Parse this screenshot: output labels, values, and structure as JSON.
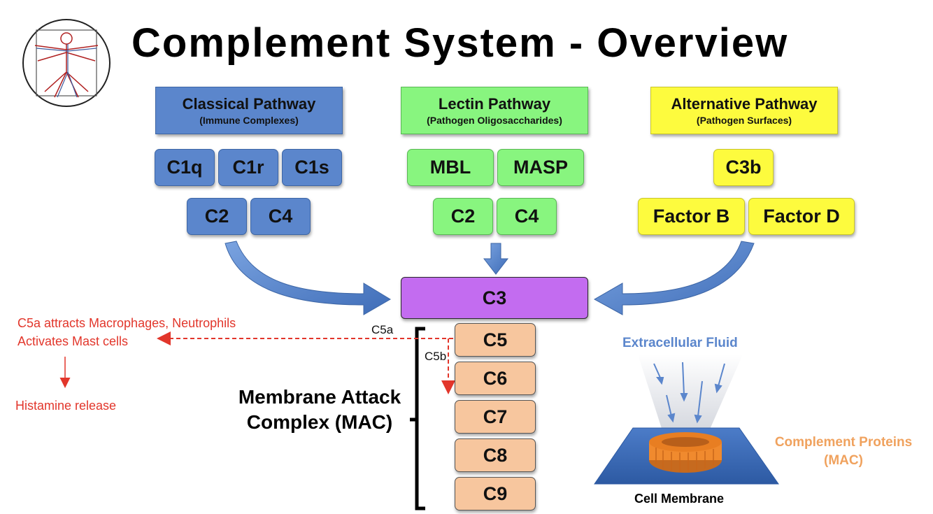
{
  "title": "Complement System - Overview",
  "pathways": {
    "classical": {
      "name": "Classical Pathway",
      "trigger": "(Immune Complexes)"
    },
    "lectin": {
      "name": "Lectin Pathway",
      "trigger": "(Pathogen Oligosaccharides)"
    },
    "alternative": {
      "name": "Alternative Pathway",
      "trigger": "(Pathogen Surfaces)"
    }
  },
  "classical_proteins": {
    "c1q": "C1q",
    "c1r": "C1r",
    "c1s": "C1s",
    "c2": "C2",
    "c4": "C4"
  },
  "lectin_proteins": {
    "mbl": "MBL",
    "masp": "MASP",
    "c2": "C2",
    "c4": "C4"
  },
  "alternative_proteins": {
    "c3b": "C3b",
    "factor_b": "Factor B",
    "factor_d": "Factor D"
  },
  "c3": "C3",
  "mac_cascade": [
    "C5",
    "C6",
    "C7",
    "C8",
    "C9"
  ],
  "mac_label": {
    "line1": "Membrane Attack",
    "line2": "Complex (MAC)"
  },
  "c5a_label": "C5a",
  "c5b_label": "C5b",
  "effects": {
    "line1": "C5a attracts Macrophages, Neutrophils",
    "line2": "Activates Mast cells",
    "result": "Histamine release"
  },
  "membrane_diagram": {
    "extracellular": "Extracellular Fluid",
    "proteins_line1": "Complement Proteins",
    "proteins_line2": "(MAC)",
    "membrane": "Cell Membrane"
  },
  "colors": {
    "classical": "#5b86cc",
    "lectin": "#88f57f",
    "alternative": "#fdfb3e",
    "c3": "#c36cf0",
    "mac": "#f7c69e",
    "effect_red": "#e2362b",
    "arrow_blue": "#4a78c2"
  }
}
